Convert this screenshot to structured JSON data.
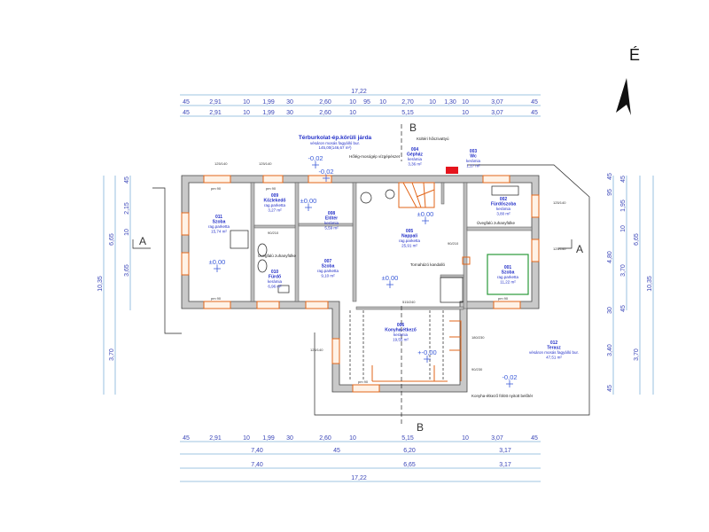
{
  "north_label": "É",
  "dims": {
    "top_total": "17,22",
    "top_row1": [
      "45",
      "2,91",
      "10",
      "1,99",
      "30",
      "2,60",
      "10",
      "95",
      "10",
      "2,70",
      "10",
      "1,30",
      "10",
      "3,07",
      "45"
    ],
    "top_row2": [
      "45",
      "2,91",
      "10",
      "1,99",
      "30",
      "2,60",
      "10",
      "5,15",
      "10",
      "3,07",
      "45"
    ],
    "bottom_row1": [
      "45",
      "2,91",
      "10",
      "1,99",
      "30",
      "2,60",
      "10",
      "5,15",
      "10",
      "3,07",
      "45"
    ],
    "bottom_row2": [
      "7,40",
      "45",
      "6,20",
      "3,17"
    ],
    "bottom_row3": [
      "7,40",
      "6,65",
      "3,17"
    ],
    "bottom_total": "17,22",
    "left_inner": [
      "45",
      "2,15",
      "10",
      "3,65"
    ],
    "left_mid": [
      "6,65",
      "3,70"
    ],
    "left_total": "10,35",
    "right_a": [
      "95",
      "45",
      "4,80",
      "30",
      "3,40",
      "45"
    ],
    "right_b": [
      "45",
      "1,95",
      "10",
      "3,70",
      "45"
    ],
    "right_c": [
      "6,65",
      "3,70"
    ],
    "right_total": "10,35"
  },
  "sections": {
    "a_left": "A",
    "a_right": "A",
    "b_top": "B",
    "b_bottom": "B"
  },
  "paving": {
    "title": "Térburkolat-ép.körüli járda",
    "material": "vésáron mosás fagyálló bur.",
    "area": "145,00(146,67 m²)"
  },
  "rooms": [
    {
      "no": "011",
      "name": "Szoba",
      "floor": "rag.parketta",
      "area": "15,74 m²"
    },
    {
      "no": "009",
      "name": "Közlekedő",
      "floor": "rag.parketta",
      "area": "3,27 m²"
    },
    {
      "no": "010",
      "name": "Fürdő",
      "floor": "kerámia",
      "area": "6,96 m²"
    },
    {
      "no": "008",
      "name": "Előtér",
      "floor": "kerámia",
      "area": "5,59 m²"
    },
    {
      "no": "007",
      "name": "Szoba",
      "floor": "rag.parketta",
      "area": "9,10 m²"
    },
    {
      "no": "005",
      "name": "Nappali",
      "floor": "rag.parketta",
      "area": "25,91 m²"
    },
    {
      "no": "004",
      "name": "Gépház",
      "floor": "kerámia",
      "area": "3,36 m²"
    },
    {
      "no": "003",
      "name": "Wc",
      "floor": "kerámia",
      "area": "1,17 m²"
    },
    {
      "no": "002",
      "name": "Fürdőszoba",
      "floor": "kerámia",
      "area": "3,80 m²"
    },
    {
      "no": "001",
      "name": "Szoba",
      "floor": "rag.parketta",
      "area": "11,22 m²"
    },
    {
      "no": "006",
      "name": "Konyha-étkező",
      "floor": "kerámia",
      "area": "19,55 m²"
    },
    {
      "no": "012",
      "name": "Terasz",
      "floor": "vésáron mosás fagyálló bur.",
      "area": "47,51 m²"
    }
  ],
  "levels": [
    "-0,02",
    "-0,02",
    "±0,00",
    "±0,00",
    "±0,00",
    "±0,00",
    "+-0,00",
    "-0,02"
  ],
  "notes": {
    "heat_pump": "Kültéri hőszivattyú",
    "machine": "Hőlég-mosógép vízgépészet",
    "shower1": "Üvegfalú zuhanyfülke",
    "shower2": "Üvegfalú zuhanyfülke",
    "fireplace": "Tornaházó kandalló",
    "kitchen_open": "Konyha-étkező fölött nyitott belőtér"
  },
  "openings": {
    "pm90": "pm 90",
    "win": "125/140",
    "door1": "90/210",
    "door2": "180/230",
    "door3": "90/230",
    "door4": "515/240"
  }
}
